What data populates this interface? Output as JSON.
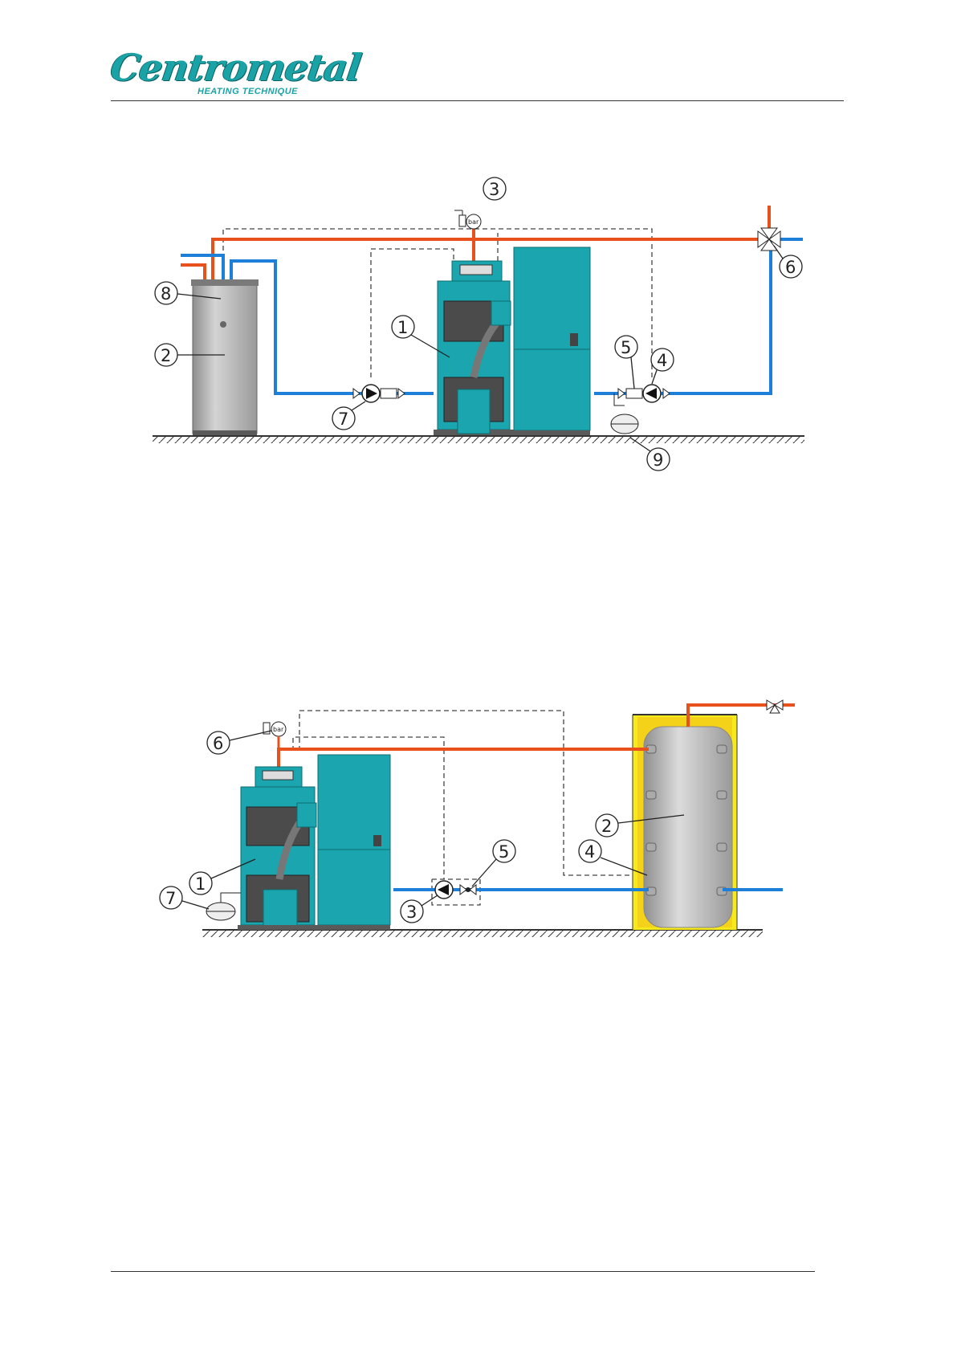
{
  "header": {
    "logo_text": "Centrometal",
    "logo_subtitle": "HEATING TECHNIQUE"
  },
  "colors": {
    "hot_pipe": "#e8501c",
    "cold_pipe": "#1e7fd8",
    "boiler_teal": "#1ba5ae",
    "boiler_dark": "#157f86",
    "tank_grey": "#b4b4b4",
    "insulation_yellow": "#f7ea1c",
    "dashed_line": "#444444"
  },
  "diagram_1": {
    "callouts": [
      "1",
      "2",
      "3",
      "4",
      "5",
      "6",
      "7",
      "8",
      "9"
    ],
    "gauge_label": "bar"
  },
  "diagram_2": {
    "callouts": [
      "1",
      "2",
      "3",
      "4",
      "5",
      "6",
      "7"
    ],
    "gauge_label": "bar"
  }
}
